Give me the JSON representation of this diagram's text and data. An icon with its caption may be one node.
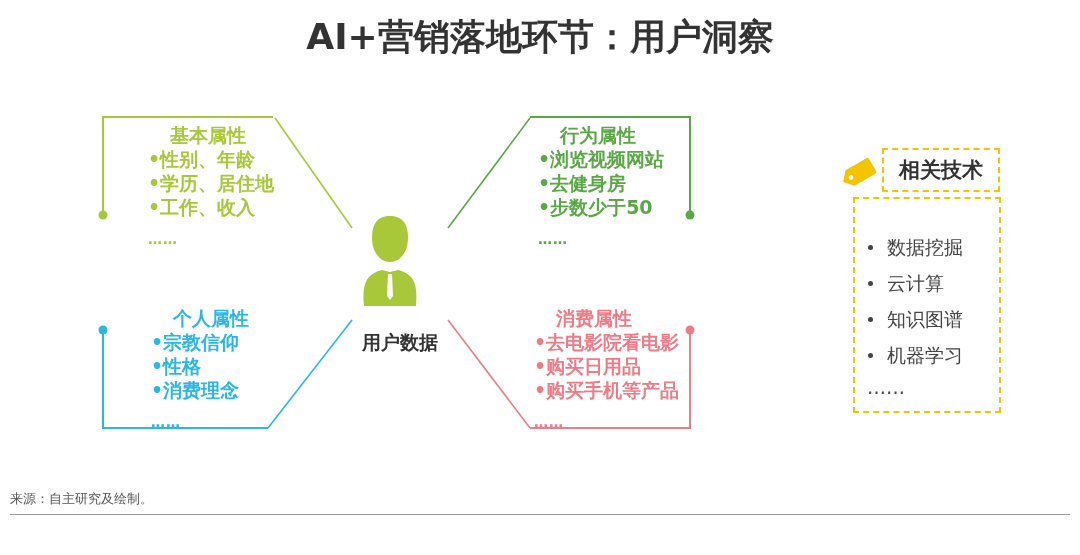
{
  "diagram": {
    "title": "AI+营销落地环节：用户洞察",
    "nodes": [
      {
        "text": [
          "用户数据"
        ]
      },
      {
        "text": [
          "基本属性",
          "•性别、年龄",
          "•学历、居住地",
          "•工作、收入",
          "……"
        ]
      },
      {
        "text": [
          "行为属性",
          "•浏览视频网站",
          "•去健身房",
          "•步数少于50",
          "……"
        ]
      },
      {
        "text": [
          "个人属性",
          "•宗教信仰",
          "•性格",
          "•消费理念",
          "……"
        ]
      },
      {
        "text": [
          "消费属性",
          "•去电影院看电影",
          "•购买日用品",
          "•购买手机等产品",
          "……"
        ]
      },
      {
        "text": [
          "相关技术"
        ]
      },
      {
        "text": [
          "数据挖掘",
          "云计算",
          "知识图谱",
          "机器学习",
          "……"
        ]
      }
    ],
    "edges": [
      {
        "from": 0,
        "to": 1,
        "arrow": "none",
        "color": "#a8c83a"
      },
      {
        "from": 0,
        "to": 2,
        "arrow": "none",
        "color": "#5aa845"
      },
      {
        "from": 0,
        "to": 3,
        "arrow": "none",
        "color": "#2ab7e6"
      },
      {
        "from": 0,
        "to": 4,
        "arrow": "none",
        "color": "#ee7b86"
      }
    ],
    "labels": [
      "来源：自主研究及绘制。"
    ]
  }
}
